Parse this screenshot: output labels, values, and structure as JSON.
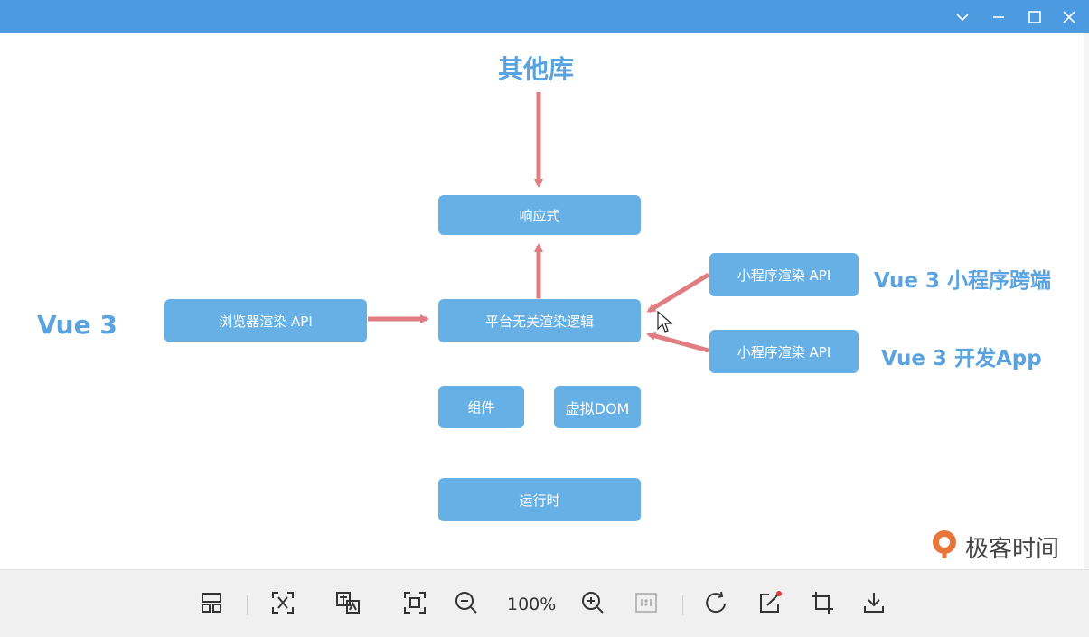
{
  "window": {
    "controls": [
      "collapse",
      "minimize",
      "maximize",
      "close"
    ]
  },
  "diagram": {
    "top_label": "其他库",
    "left_label": "Vue 3",
    "right_label_1": "Vue 3 小程序跨端",
    "right_label_2": "Vue 3 开发App",
    "boxes": {
      "reactive": "响应式",
      "platform": "平台无关渲染逻辑",
      "browser_api": "浏览器渲染 API",
      "mini_api_1": "小程序渲染 API",
      "mini_api_2": "小程序渲染 API",
      "component": "组件",
      "vdom": "虚拟DOM",
      "runtime": "运行时"
    },
    "colors": {
      "box": "#66b0e6",
      "arrow": "#e07d80",
      "label": "#5aa3de"
    }
  },
  "watermark": {
    "text": "极客时间"
  },
  "toolbar": {
    "zoom": "100%",
    "items": [
      "layout-icon",
      "ocr-icon",
      "translate-icon",
      "fit-icon",
      "zoom-out-icon",
      "zoom-in-icon",
      "actual-size-icon",
      "rotate-icon",
      "edit-icon",
      "crop-icon",
      "download-icon"
    ]
  }
}
